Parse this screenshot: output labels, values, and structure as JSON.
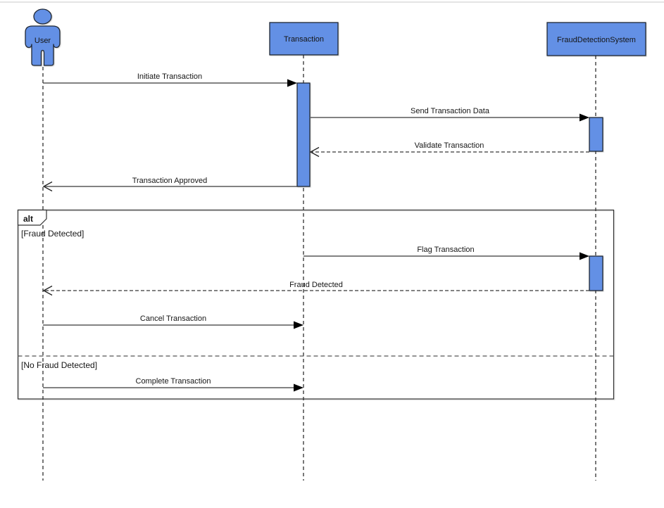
{
  "diagram": {
    "type": "uml-sequence-diagram",
    "colors": {
      "node_fill": "#6390E5",
      "node_stroke": "#1f2733",
      "background": "#ffffff"
    },
    "actors": [
      {
        "id": "user",
        "label": "User",
        "kind": "actor"
      },
      {
        "id": "transaction",
        "label": "Transaction",
        "kind": "object"
      },
      {
        "id": "frauddetectionsystem",
        "label": "FraudDetectionSystem",
        "kind": "object"
      }
    ],
    "messages": [
      {
        "from": "User",
        "to": "Transaction",
        "label": "Initiate Transaction",
        "line": "solid",
        "arrow": "filled"
      },
      {
        "from": "Transaction",
        "to": "FraudDetectionSystem",
        "label": "Send Transaction Data",
        "line": "solid",
        "arrow": "filled"
      },
      {
        "from": "FraudDetectionSystem",
        "to": "Transaction",
        "label": "Validate Transaction",
        "line": "dashed",
        "arrow": "open"
      },
      {
        "from": "Transaction",
        "to": "User",
        "label": "Transaction Approved",
        "line": "solid",
        "arrow": "open"
      },
      {
        "from": "Transaction",
        "to": "FraudDetectionSystem",
        "label": "Flag Transaction",
        "line": "solid",
        "arrow": "filled"
      },
      {
        "from": "FraudDetectionSystem",
        "to": "User",
        "label": "Fraud Detected",
        "line": "dashed",
        "arrow": "open"
      },
      {
        "from": "User",
        "to": "Transaction",
        "label": "Cancel Transaction",
        "line": "solid",
        "arrow": "filled"
      },
      {
        "from": "User",
        "to": "Transaction",
        "label": "Complete Transaction",
        "line": "solid",
        "arrow": "filled"
      }
    ],
    "fragment": {
      "operator": "alt",
      "guards": [
        "[Fraud Detected]",
        "[No Fraud Detected]"
      ]
    }
  }
}
